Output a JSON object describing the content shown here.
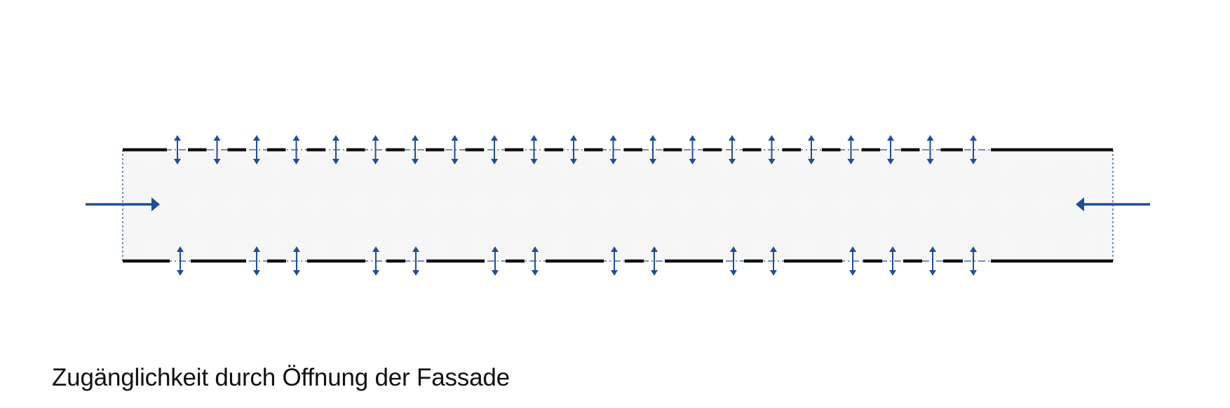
{
  "caption": "Zugänglichkeit durch Öffnung der Fassade",
  "colors": {
    "wall": "#111111",
    "opening": "#1f4e96",
    "interior_fill": "#f5f5f5",
    "background": "#ffffff"
  },
  "diagram": {
    "entry_arrows": [
      {
        "side": "left",
        "direction": "inward",
        "icon": "arrow-right-icon"
      },
      {
        "side": "right",
        "direction": "inward",
        "icon": "arrow-left-icon"
      }
    ],
    "top_facade_openings": 21,
    "bottom_facade_openings": 15,
    "opening_icon": "double-arrow-vertical-icon"
  }
}
